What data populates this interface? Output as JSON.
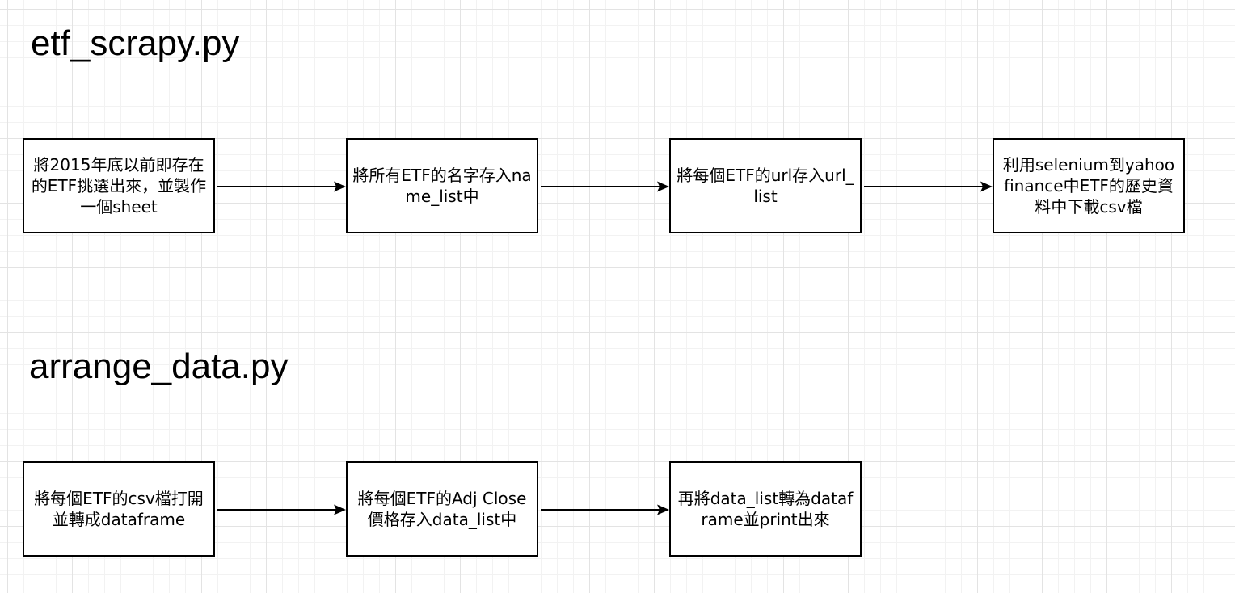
{
  "sections": [
    {
      "title": "etf_scrapy.py",
      "steps": [
        "將2015年底以前即存在的ETF挑選出來，並製作一個sheet",
        "將所有ETF的名字存入name_list中",
        "將每個ETF的url存入url_list",
        "利用selenium到yahoo finance中ETF的歷史資料中下載csv檔"
      ]
    },
    {
      "title": "arrange_data.py",
      "steps": [
        "將每個ETF的csv檔打開並轉成dataframe",
        "將每個ETF的Adj Close價格存入data_list中",
        "再將data_list轉為dataframe並print出來"
      ]
    }
  ]
}
